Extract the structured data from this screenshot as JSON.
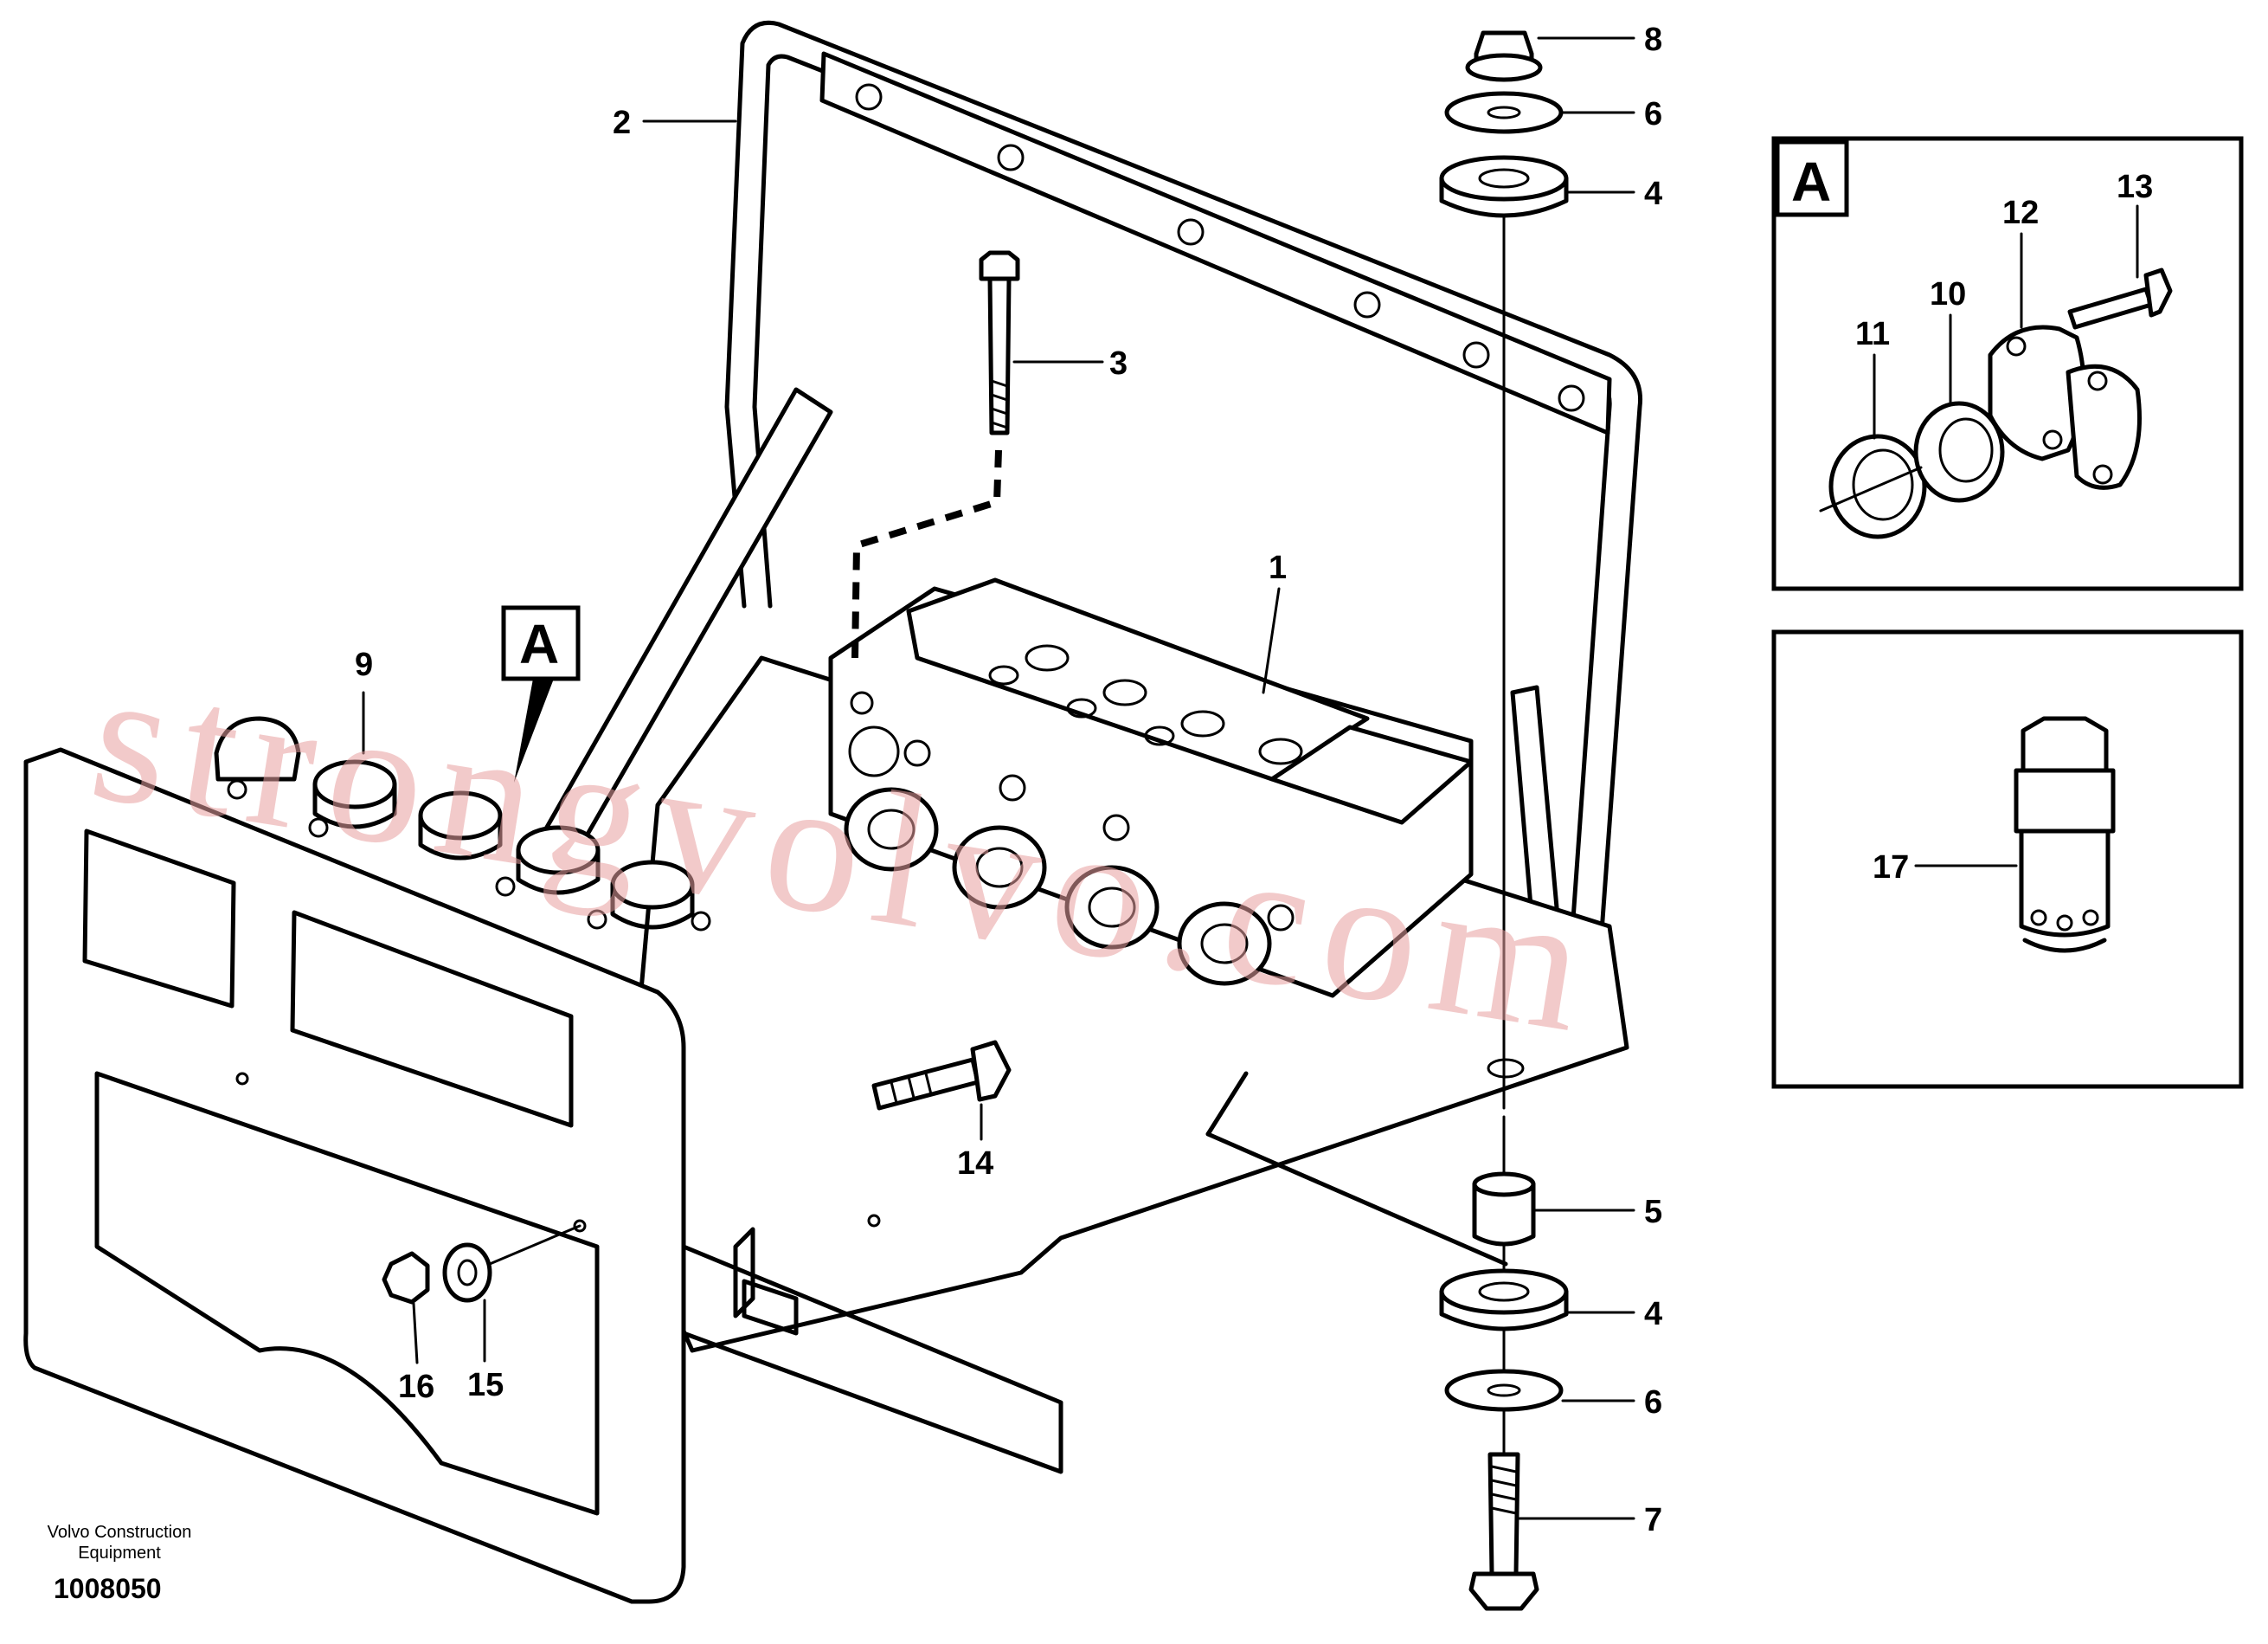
{
  "diagram": {
    "callouts": {
      "c1": "1",
      "c2": "2",
      "c3": "3",
      "c4a": "4",
      "c4b": "4",
      "c5": "5",
      "c6a": "6",
      "c6b": "6",
      "c7": "7",
      "c8": "8",
      "c9": "9",
      "c10": "10",
      "c11": "11",
      "c12": "12",
      "c13": "13",
      "c14": "14",
      "c15": "15",
      "c16": "16",
      "c17": "17"
    },
    "detail_label": "A",
    "detail_box_label": "A",
    "credit_line1": "Volvo Construction",
    "credit_line2": "Equipment",
    "drawing_number": "1008050",
    "watermark": "strongvolvo.com"
  }
}
